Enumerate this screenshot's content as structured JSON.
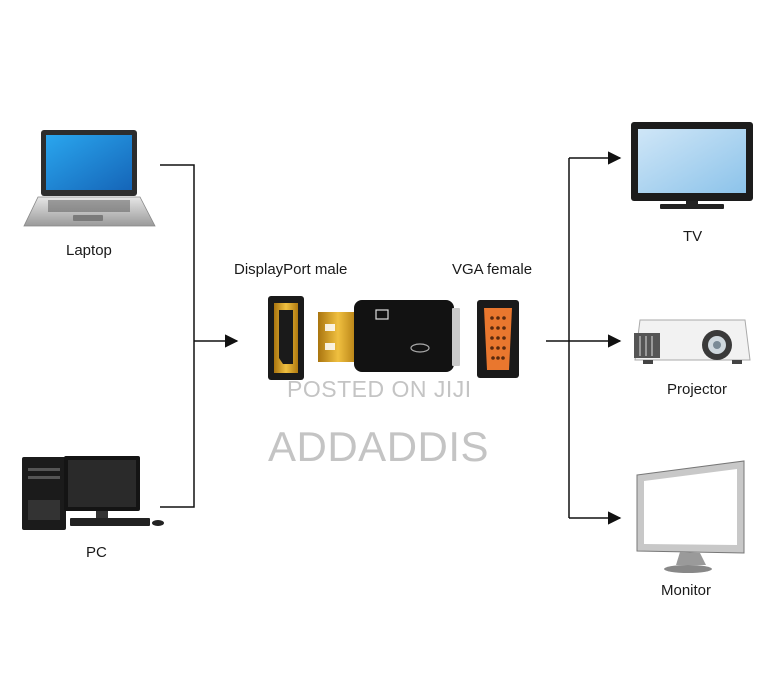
{
  "devices": {
    "laptop": "Laptop",
    "pc": "PC",
    "tv": "TV",
    "projector": "Projector",
    "monitor": "Monitor"
  },
  "adapter": {
    "input_label": "DisplayPort male",
    "output_label": "VGA female"
  },
  "watermark": {
    "line1": "POSTED ON JIJI",
    "line2": "ADDADDIS"
  },
  "colors": {
    "line": "#111111",
    "gold": "#d9a21c",
    "vga_orange": "#e9772e",
    "screen_blue": "#1e88d8"
  }
}
